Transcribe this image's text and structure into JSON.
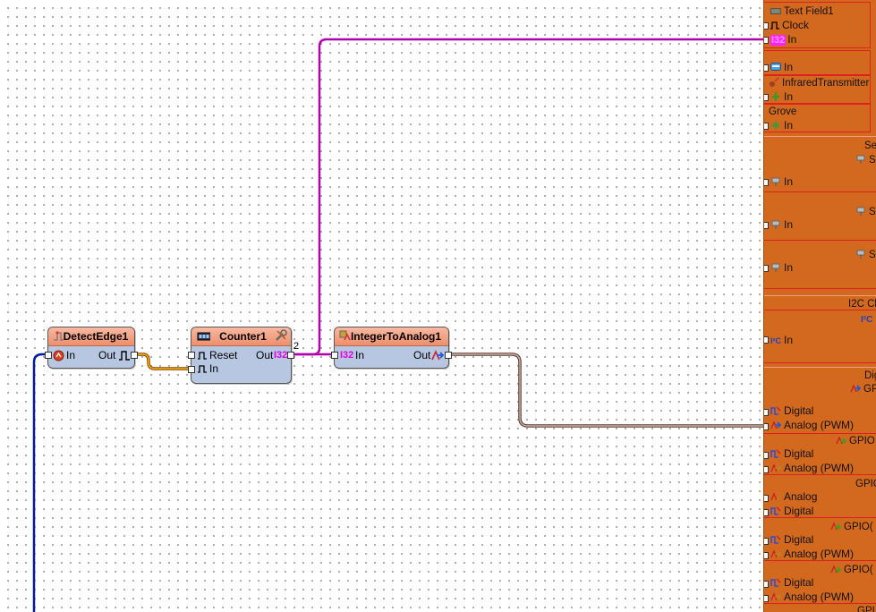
{
  "nodes": {
    "detect_edge": {
      "title": "DetectEdge1",
      "in_label": "In",
      "out_label": "Out"
    },
    "counter": {
      "title": "Counter1",
      "reset_label": "Reset",
      "in_label": "In",
      "out_label": "Out",
      "out_type": "I32",
      "out_value": "2"
    },
    "int_to_analog": {
      "title": "IntegerToAnalog1",
      "in_type": "I32",
      "in_label": "In",
      "out_label": "Out"
    }
  },
  "board": {
    "text_field": {
      "title": "Text Field1",
      "clock": "Clock",
      "in": "In",
      "in_type": "I32"
    },
    "display_in": "In",
    "infrared": {
      "title": "InfraredTransmitter",
      "in": "In"
    },
    "grove": {
      "title": "Grove",
      "in": "In"
    },
    "servo_section": "Se",
    "servos": [
      {
        "title": "Se",
        "in": "In"
      },
      {
        "title": "Se",
        "in": "In"
      },
      {
        "title": "Se",
        "in": "In"
      }
    ],
    "i2c_section": "I2C Cl",
    "i2c_in": "In",
    "digital_section": "Dig",
    "gpio": [
      {
        "title": "GP",
        "a": "Digital",
        "b": "Analog (PWM)"
      },
      {
        "title": "GPIO",
        "a": "Digital",
        "b": "Analog (PWM)"
      },
      {
        "title": "GPIO",
        "a": "Analog",
        "b": "Digital"
      },
      {
        "title": "GPIO(",
        "a": "Digital",
        "b": "Analog (PWM)"
      },
      {
        "title": "GPIO(",
        "a": "Digital",
        "b": "Analog (PWM)"
      }
    ],
    "bottom_title": "GPI"
  },
  "colors": {
    "wire_i32": "#b000b0",
    "wire_digital": "#d88a00",
    "wire_analog": "#7a5a50",
    "wire_blue": "#001a9a",
    "board": "#d2691e"
  }
}
